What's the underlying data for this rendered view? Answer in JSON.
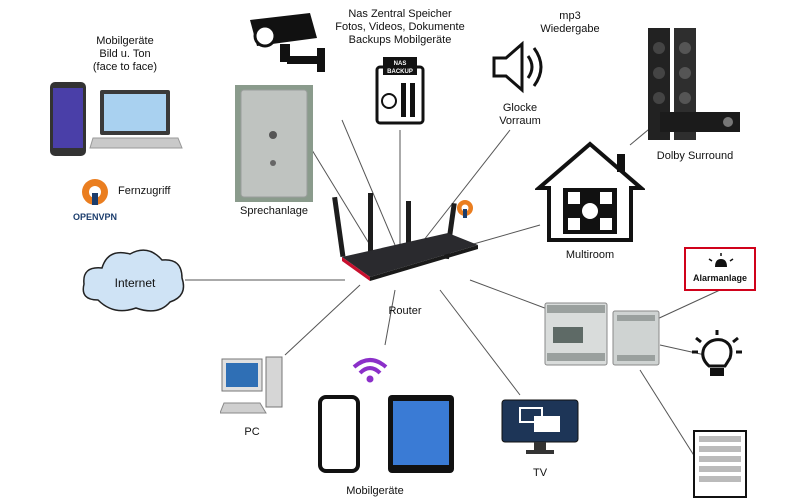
{
  "nodes": {
    "mobile_av": {
      "line1": "Mobilgeräte",
      "line2": "Bild u. Ton",
      "line3": "(face to face)"
    },
    "openvpn": {
      "label": "Fernzugriff",
      "logo_text": "OPENVPN"
    },
    "intercom": {
      "label": "Sprechanlage"
    },
    "camera": {
      "icon": "security-camera-icon"
    },
    "nas": {
      "line1": "Nas Zentral Speicher",
      "line2": "Fotos, Videos, Dokumente",
      "line3": "Backups Mobilgeräte",
      "box_line1": "NAS",
      "box_line2": "BACKUP"
    },
    "mp3": {
      "line1": "mp3",
      "line2": "Wiedergabe"
    },
    "bell": {
      "line1": "Glocke",
      "line2": "Vorraum"
    },
    "dolby": {
      "label": "Dolby Surround"
    },
    "multiroom": {
      "label": "Multiroom"
    },
    "internet": {
      "label": "Internet"
    },
    "router": {
      "label": "Router"
    },
    "alarm": {
      "label": "Alarmanlage"
    },
    "pc": {
      "label": "PC"
    },
    "mobile": {
      "label": "Mobilgeräte"
    },
    "tv": {
      "label": "TV"
    },
    "plc": {
      "icon": "plc-controller-icon"
    },
    "lamp": {
      "icon": "light-bulb-icon"
    },
    "blinds": {
      "icon": "window-blinds-icon"
    }
  },
  "colors": {
    "line": "#555555",
    "alarm_border": "#d0021b",
    "cloud": "#cfe3f5",
    "router": "#2a2a2e",
    "router_accent": "#c8102e",
    "openvpn_orange": "#ea7e20",
    "openvpn_blue": "#1b3d6d"
  }
}
